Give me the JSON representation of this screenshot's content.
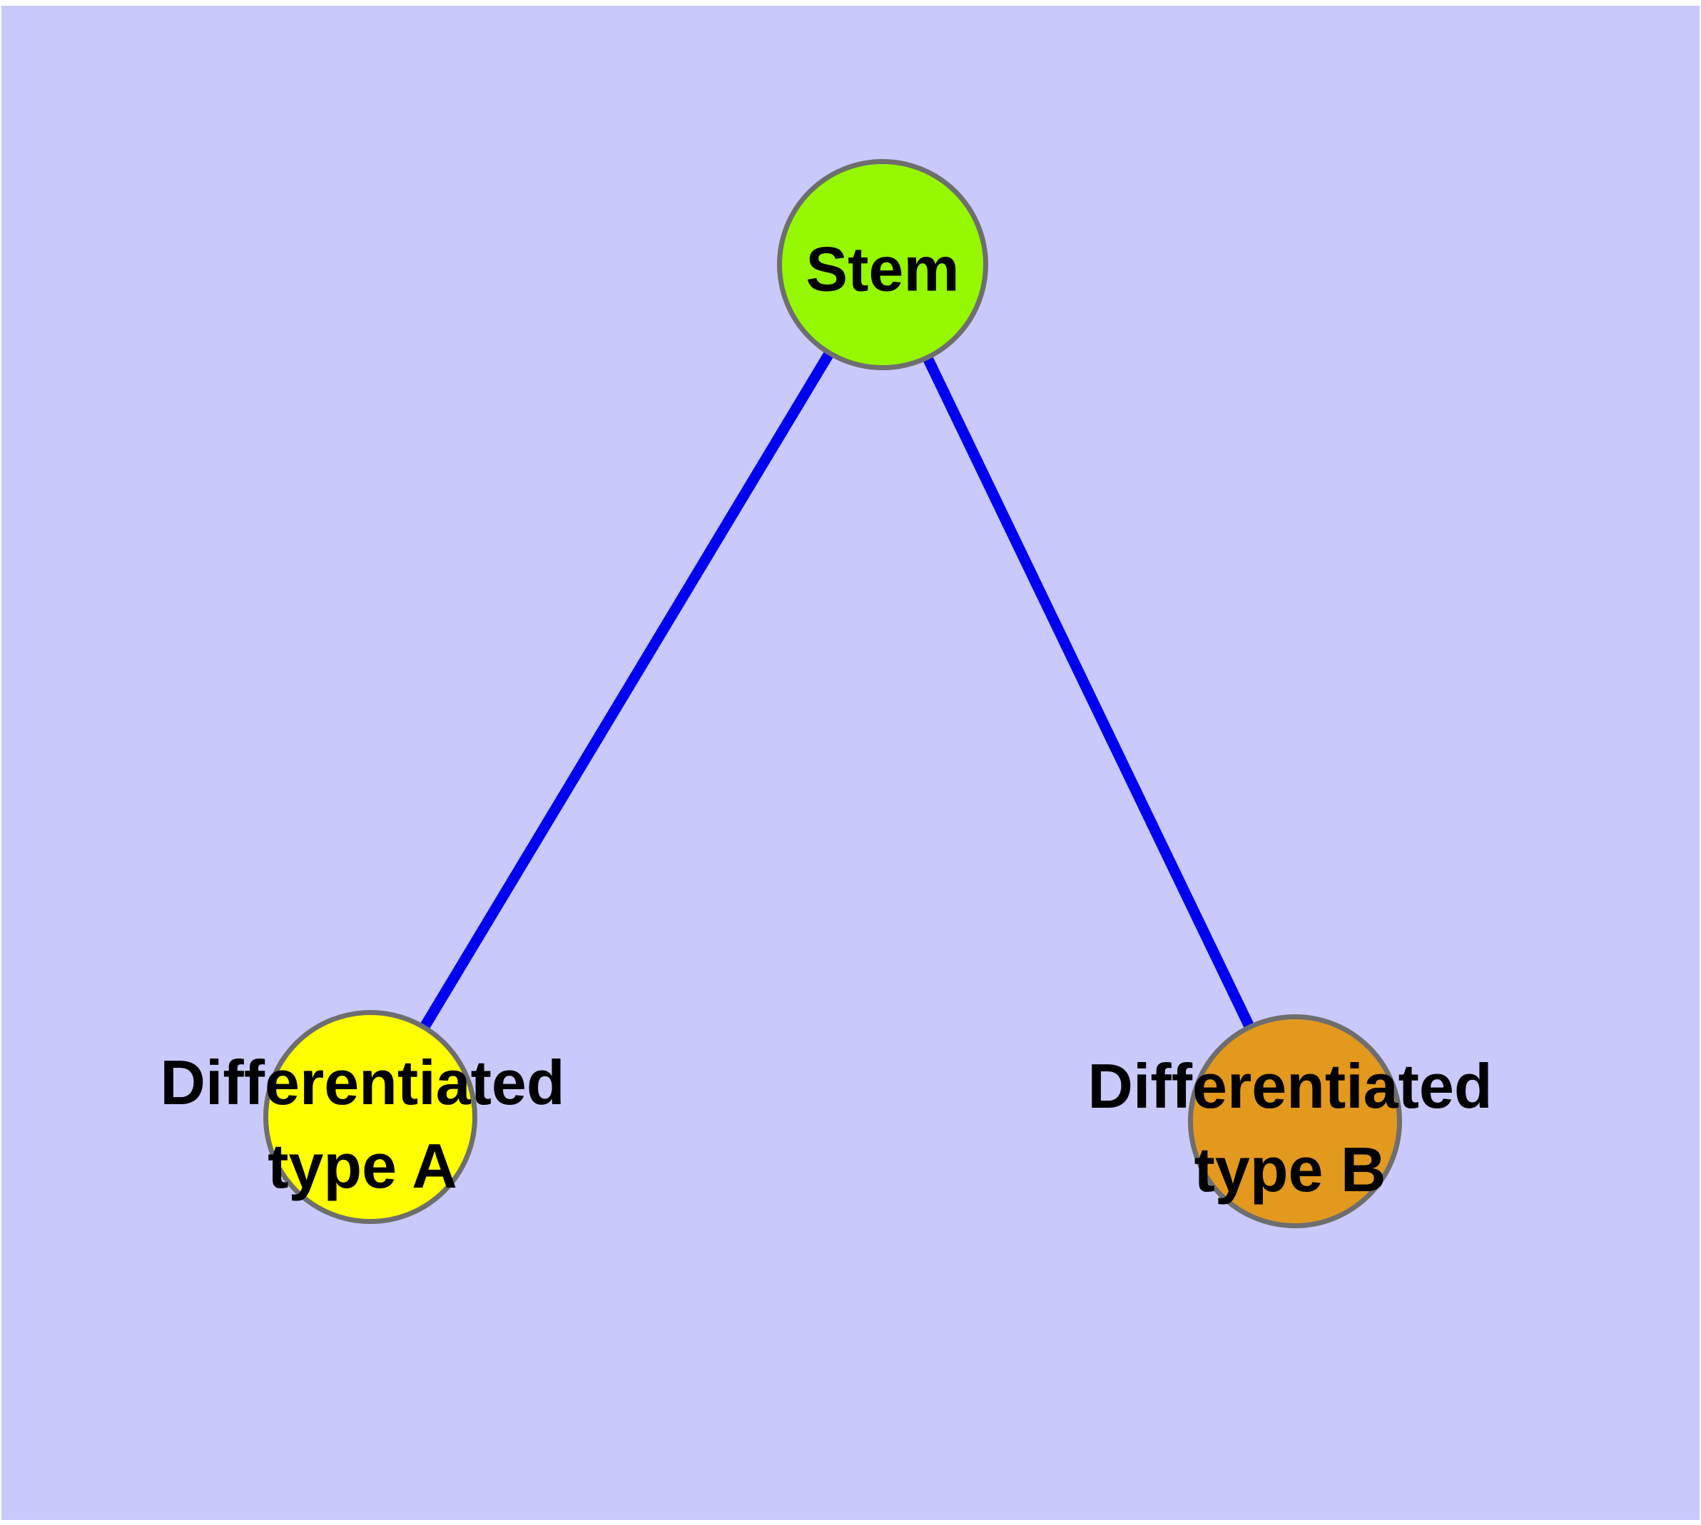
{
  "diagram": {
    "type": "node-link-graph",
    "background_color": "#c9c9fb",
    "edge_color": "#0000f0",
    "node_border_color": "#6e6e6e",
    "label_text_color": "#000000",
    "nodes": {
      "stem": {
        "label": "Stem",
        "color": "#95f800"
      },
      "type_a": {
        "label": "Differentiated type A",
        "line1": "Differentiated",
        "line2": "type A",
        "color": "#ffff00"
      },
      "type_b": {
        "label": "Differentiated type B",
        "line1": "Differentiated",
        "line2": "type B",
        "color": "#e2991e"
      }
    },
    "edges": [
      {
        "from": "Stem",
        "to": "Differentiated type A"
      },
      {
        "from": "Stem",
        "to": "Differentiated type B"
      }
    ]
  }
}
